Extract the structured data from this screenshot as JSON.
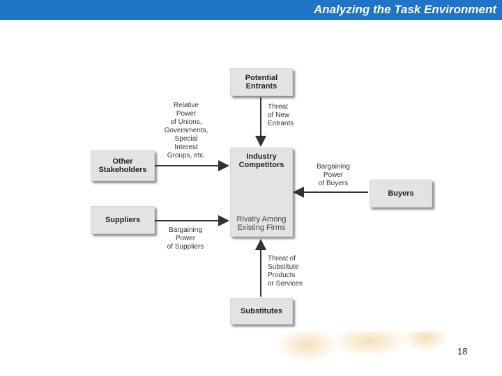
{
  "header": {
    "title": "Analyzing the Task Environment"
  },
  "diagram": {
    "boxes": {
      "potential_entrants": "Potential\nEntrants",
      "other_stakeholders": "Other\nStakeholders",
      "center_title": "Industry\nCompetitors",
      "center_subtitle": "Rivalry Among\nExisting Firms",
      "buyers": "Buyers",
      "suppliers": "Suppliers",
      "substitutes": "Substitutes"
    },
    "labels": {
      "relative_power": "Relative\nPower\nof Unions,\nGovernments,\nSpecial\nInterest\nGroups, etc.",
      "threat_new_entrants": "Threat\nof New\nEntrants",
      "bargaining_buyers": "Bargaining\nPower\nof Buyers",
      "bargaining_suppliers": "Bargaining\nPower\nof Suppliers",
      "threat_substitutes": "Threat of\nSubstitute\nProducts\nor Services"
    },
    "colors": {
      "box": "#e3e3e3",
      "arrow": "#333333",
      "header": "#1f74c6"
    }
  },
  "footer": {
    "page_number": "18"
  }
}
